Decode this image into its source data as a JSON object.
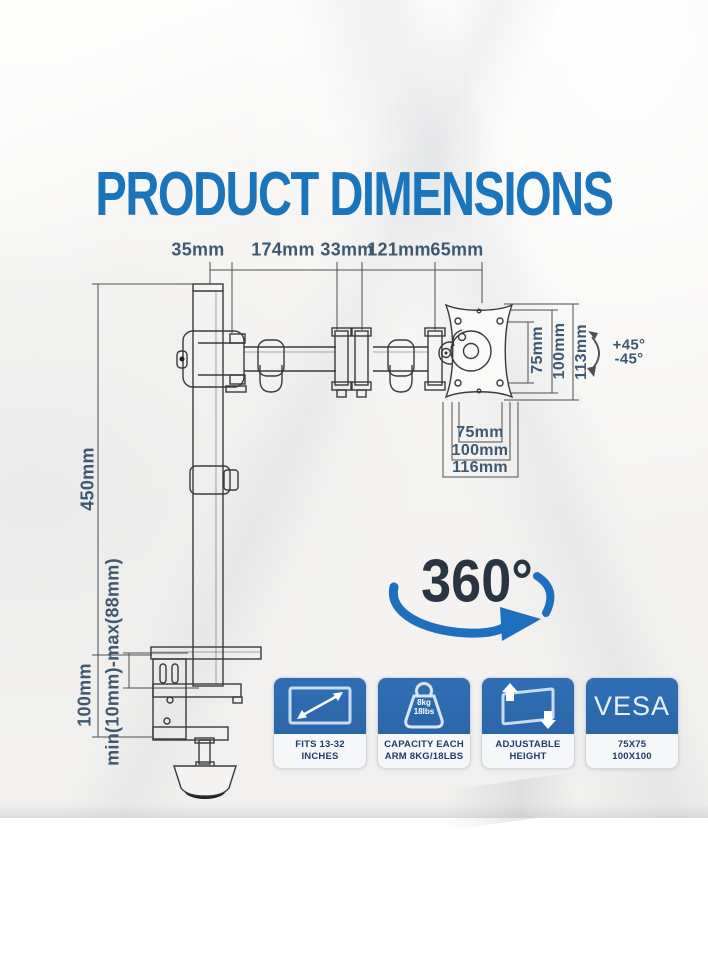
{
  "title": {
    "text": "PRODUCT DIMENSIONS"
  },
  "colors": {
    "title_blue": "#1b75bc",
    "dim_text": "#3e5870",
    "line_art": "#3c3c3c",
    "arrow_blue": "#1e6fbe",
    "badge_blue": "#2e6ab0",
    "badge_text_navy": "#1e3e66"
  },
  "diagram": {
    "top_dims": [
      "35mm",
      "174mm",
      "33mm",
      "121mm",
      "65mm"
    ],
    "vesa_side_dims": [
      "75mm",
      "100mm",
      "113mm"
    ],
    "vesa_bottom_dims": [
      "75mm",
      "100mm",
      "116mm"
    ],
    "tilt_up": "+45°",
    "tilt_down": "-45°",
    "pole_height": "450mm",
    "clamp_height": "100mm",
    "clamp_range": "min(10mm)-max(88mm)",
    "rotation": "360°"
  },
  "badges": {
    "items": [
      {
        "icon": "monitor-diagonal-icon",
        "line1": "FITS 13-32",
        "line2": "INCHES"
      },
      {
        "icon": "weight-icon",
        "icon_text1": "8kg",
        "icon_text2": "18lbs",
        "line1": "CAPACITY EACH",
        "line2": "ARM 8KG/18LBS"
      },
      {
        "icon": "height-adjust-icon",
        "line1": "ADJUSTABLE",
        "line2": "HEIGHT"
      },
      {
        "icon": "vesa-logo",
        "icon_text": "VESA",
        "line1": "75X75",
        "line2": "100X100"
      }
    ]
  }
}
